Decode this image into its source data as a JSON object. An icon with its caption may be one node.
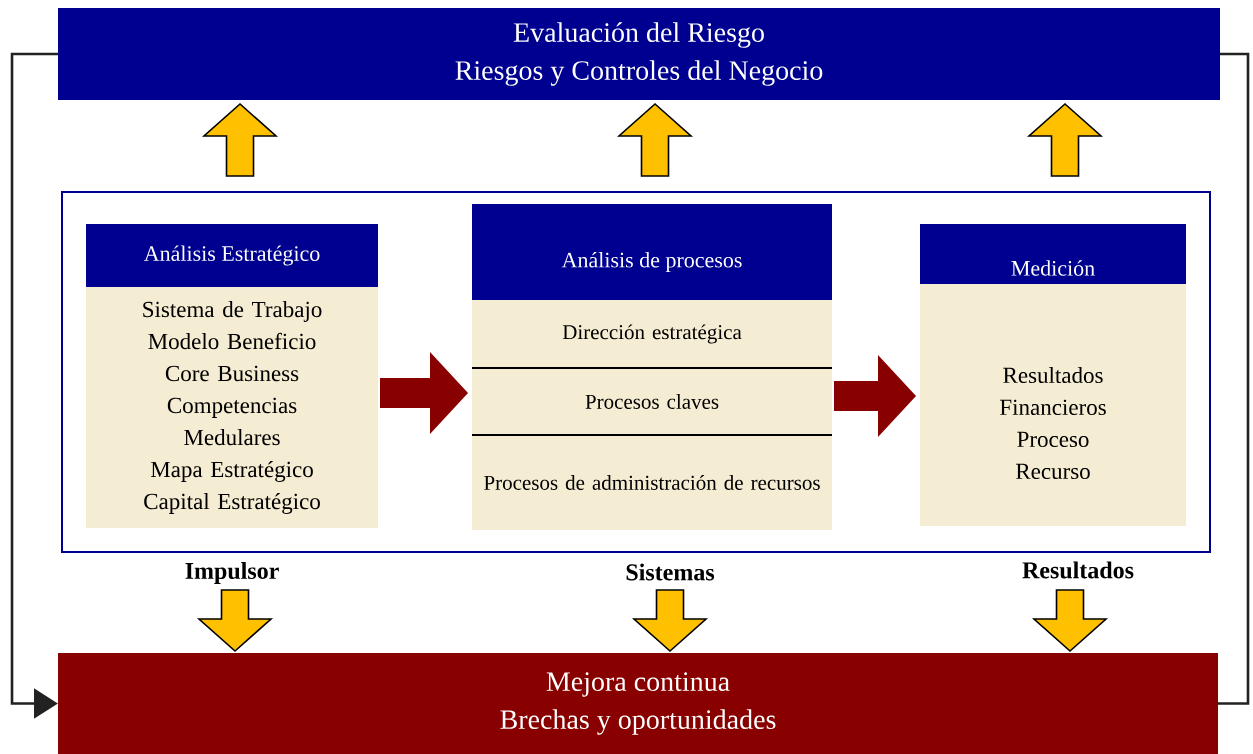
{
  "diagram": {
    "nodes": [
      {
        "text": [
          "Evaluación del Riesgo",
          "Riesgos y Controles del Negocio"
        ]
      },
      {
        "text": [],
        "shape": "box"
      },
      {
        "text": [
          "Análisis Estratégico",
          "Sistema de Trabajo",
          "Modelo Beneficio",
          "Core Business",
          "Competencias Medulares",
          "Mapa Estratégico",
          "Capital Estratégico"
        ],
        "in": 1
      },
      {
        "text": [
          "Análisis de procesos"
        ],
        "in": 1
      },
      {
        "text": [
          "Dirección estratégica"
        ],
        "in": 1
      },
      {
        "text": [
          "Procesos claves"
        ],
        "in": 1
      },
      {
        "text": [
          "Procesos de administración de recursos"
        ],
        "in": 1
      },
      {
        "text": [
          "Medición",
          "Resultados Financieros",
          "Proceso",
          "Recurso"
        ],
        "in": 1
      },
      {
        "text": [
          "Mejora continua",
          "Brechas y oportunidades"
        ]
      }
    ],
    "edges": [
      {
        "from": 2,
        "to": 0,
        "arrow": "to"
      },
      {
        "from": 3,
        "to": 0,
        "arrow": "to"
      },
      {
        "from": 7,
        "to": 0,
        "arrow": "to"
      },
      {
        "from": 2,
        "to": 8,
        "arrow": "to"
      },
      {
        "from": 6,
        "to": 8,
        "arrow": "to"
      },
      {
        "from": 7,
        "to": 8,
        "arrow": "to"
      },
      {
        "from": 2,
        "to": 5,
        "arrow": "to",
        "color": "#880000"
      },
      {
        "from": 5,
        "to": 7,
        "arrow": "to",
        "color": "#880000"
      },
      {
        "from": 0,
        "to": 8,
        "arrow": "to",
        "color": "#222222"
      },
      {
        "from": 8,
        "to": 0,
        "arrow": "none",
        "color": "#222222"
      }
    ],
    "labels": [
      "Impulsor",
      "Sistemas",
      "Resultados"
    ]
  }
}
